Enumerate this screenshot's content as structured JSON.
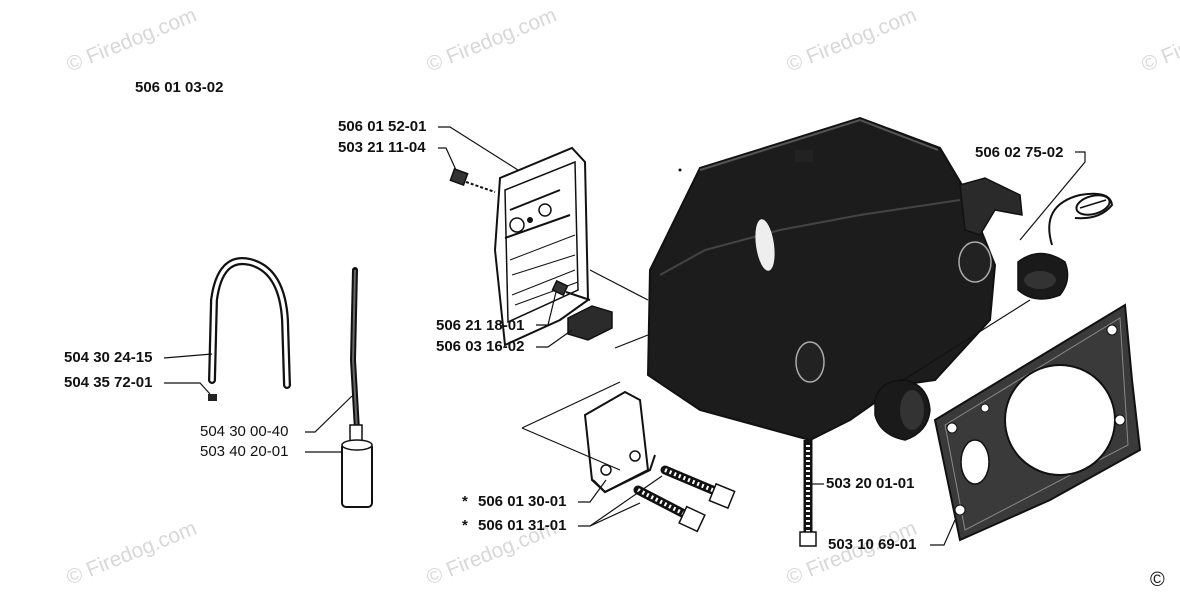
{
  "diagram": {
    "assembly_number": "506 01 03-02",
    "watermark": "© Firedog.com",
    "watermark_corner": "©",
    "asterisk": "*",
    "part_numbers": {
      "chain_guide_plate": "506 01 52-01",
      "plate_screw": "503 21 11-04",
      "filler_cap": "506 02 75-02",
      "small_screw": "506 21 18-01",
      "rubber_buffer": "506 03 16-02",
      "fuel_hose": "504 30 24-15",
      "hose_nipple": "504 35 72-01",
      "suction_pipe": "504 30 00-40",
      "fuel_filter": "503 40 20-01",
      "bracket_screw_a": "506 01 30-01",
      "bracket_screw_b": "506 01 31-01",
      "tank_bolt": "503 20 01-01",
      "gasket": "503 10 69-01"
    }
  }
}
